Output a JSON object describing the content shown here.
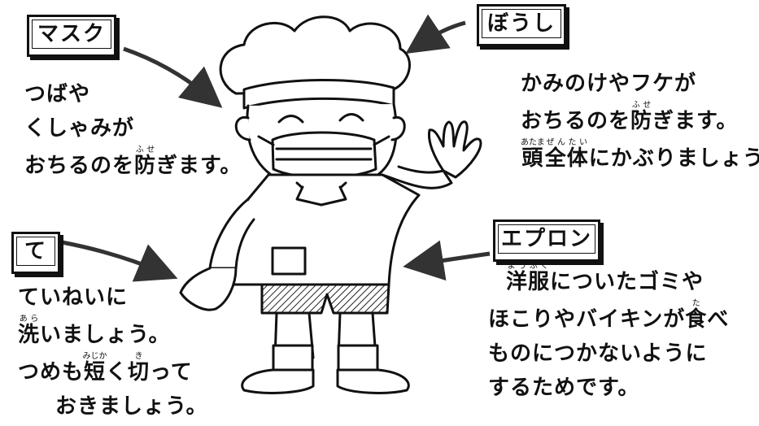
{
  "labels": {
    "mask": "マスク",
    "cap": "ぼうし",
    "hands": "て",
    "apron": "エプロン"
  },
  "mask_text": {
    "line1": "つばや",
    "line2": "くしゃみが",
    "line3_pre": "おちるのを",
    "line3_kanji": "防",
    "line3_ruby": "ふせ",
    "line3_post": "ぎます。"
  },
  "cap_text": {
    "line1": "かみのけやフケが",
    "line2_pre": "おちるのを",
    "line2_kanji": "防",
    "line2_ruby": "ふせ",
    "line2_post": "ぎます。",
    "line3_kanji1": "頭",
    "line3_ruby1": "あたま",
    "line3_kanji2": "全",
    "line3_ruby2": "ぜん",
    "line3_kanji3": "体",
    "line3_ruby3": "たい",
    "line3_post": "にかぶりましょう。"
  },
  "hands_text": {
    "line1": "ていねいに",
    "line2_kanji": "洗",
    "line2_ruby": "あら",
    "line2_post": "いましょう。",
    "line3_pre": "つめも",
    "line3_kanji1": "短",
    "line3_ruby1": "みじか",
    "line3_mid": "く",
    "line3_kanji2": "切",
    "line3_ruby2": "き",
    "line3_post": "って",
    "line4": "おきましょう。"
  },
  "apron_text": {
    "line1_kanji1": "洋",
    "line1_ruby1": "よう",
    "line1_kanji2": "服",
    "line1_ruby2": "ふく",
    "line1_post": "についたゴミや",
    "line2_pre": "ほこりやバイキンが",
    "line2_kanji": "食",
    "line2_ruby": "た",
    "line2_post": "べ",
    "line3": "ものにつかないように",
    "line4": "するためです。"
  }
}
